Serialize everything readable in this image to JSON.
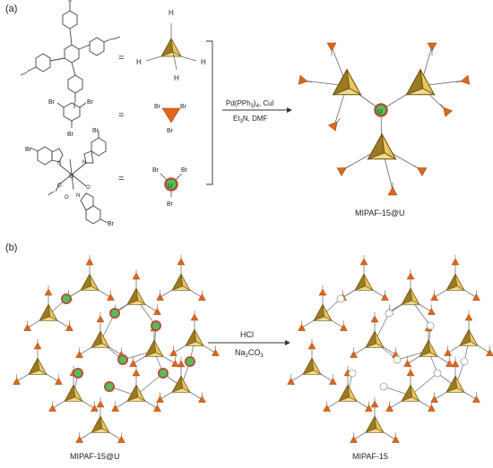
{
  "panel_a": {
    "label": "(a)",
    "atoms": {
      "H": "H",
      "Br": "Br",
      "O": "O",
      "N": "N",
      "U": "U"
    },
    "equals": "=",
    "conditions": {
      "line1": "Pd(PPh",
      "line1_sub": "3",
      "line1_mid": ")",
      "line1_sub2": "4",
      "line1_end": ", CuI",
      "line2_a": "Et",
      "line2_sub": "3",
      "line2_b": "N, DMF"
    },
    "product_label": "MIPAF-15@U"
  },
  "panel_b": {
    "label": "(b)",
    "reagent1": "HCl",
    "reagent2_a": "Na",
    "reagent2_sub": "2",
    "reagent2_b": "CO",
    "reagent2_sub2": "3",
    "left_label": "MIPAF-15@U",
    "right_label": "MIPAF-15"
  },
  "colors": {
    "tetrahedron_light": "#f2d98a",
    "tetrahedron_dark": "#8a6a1e",
    "triangle_orange": "#e0661a",
    "uranium_green": "#5cb85c",
    "uranium_ring": "#d9413a"
  }
}
